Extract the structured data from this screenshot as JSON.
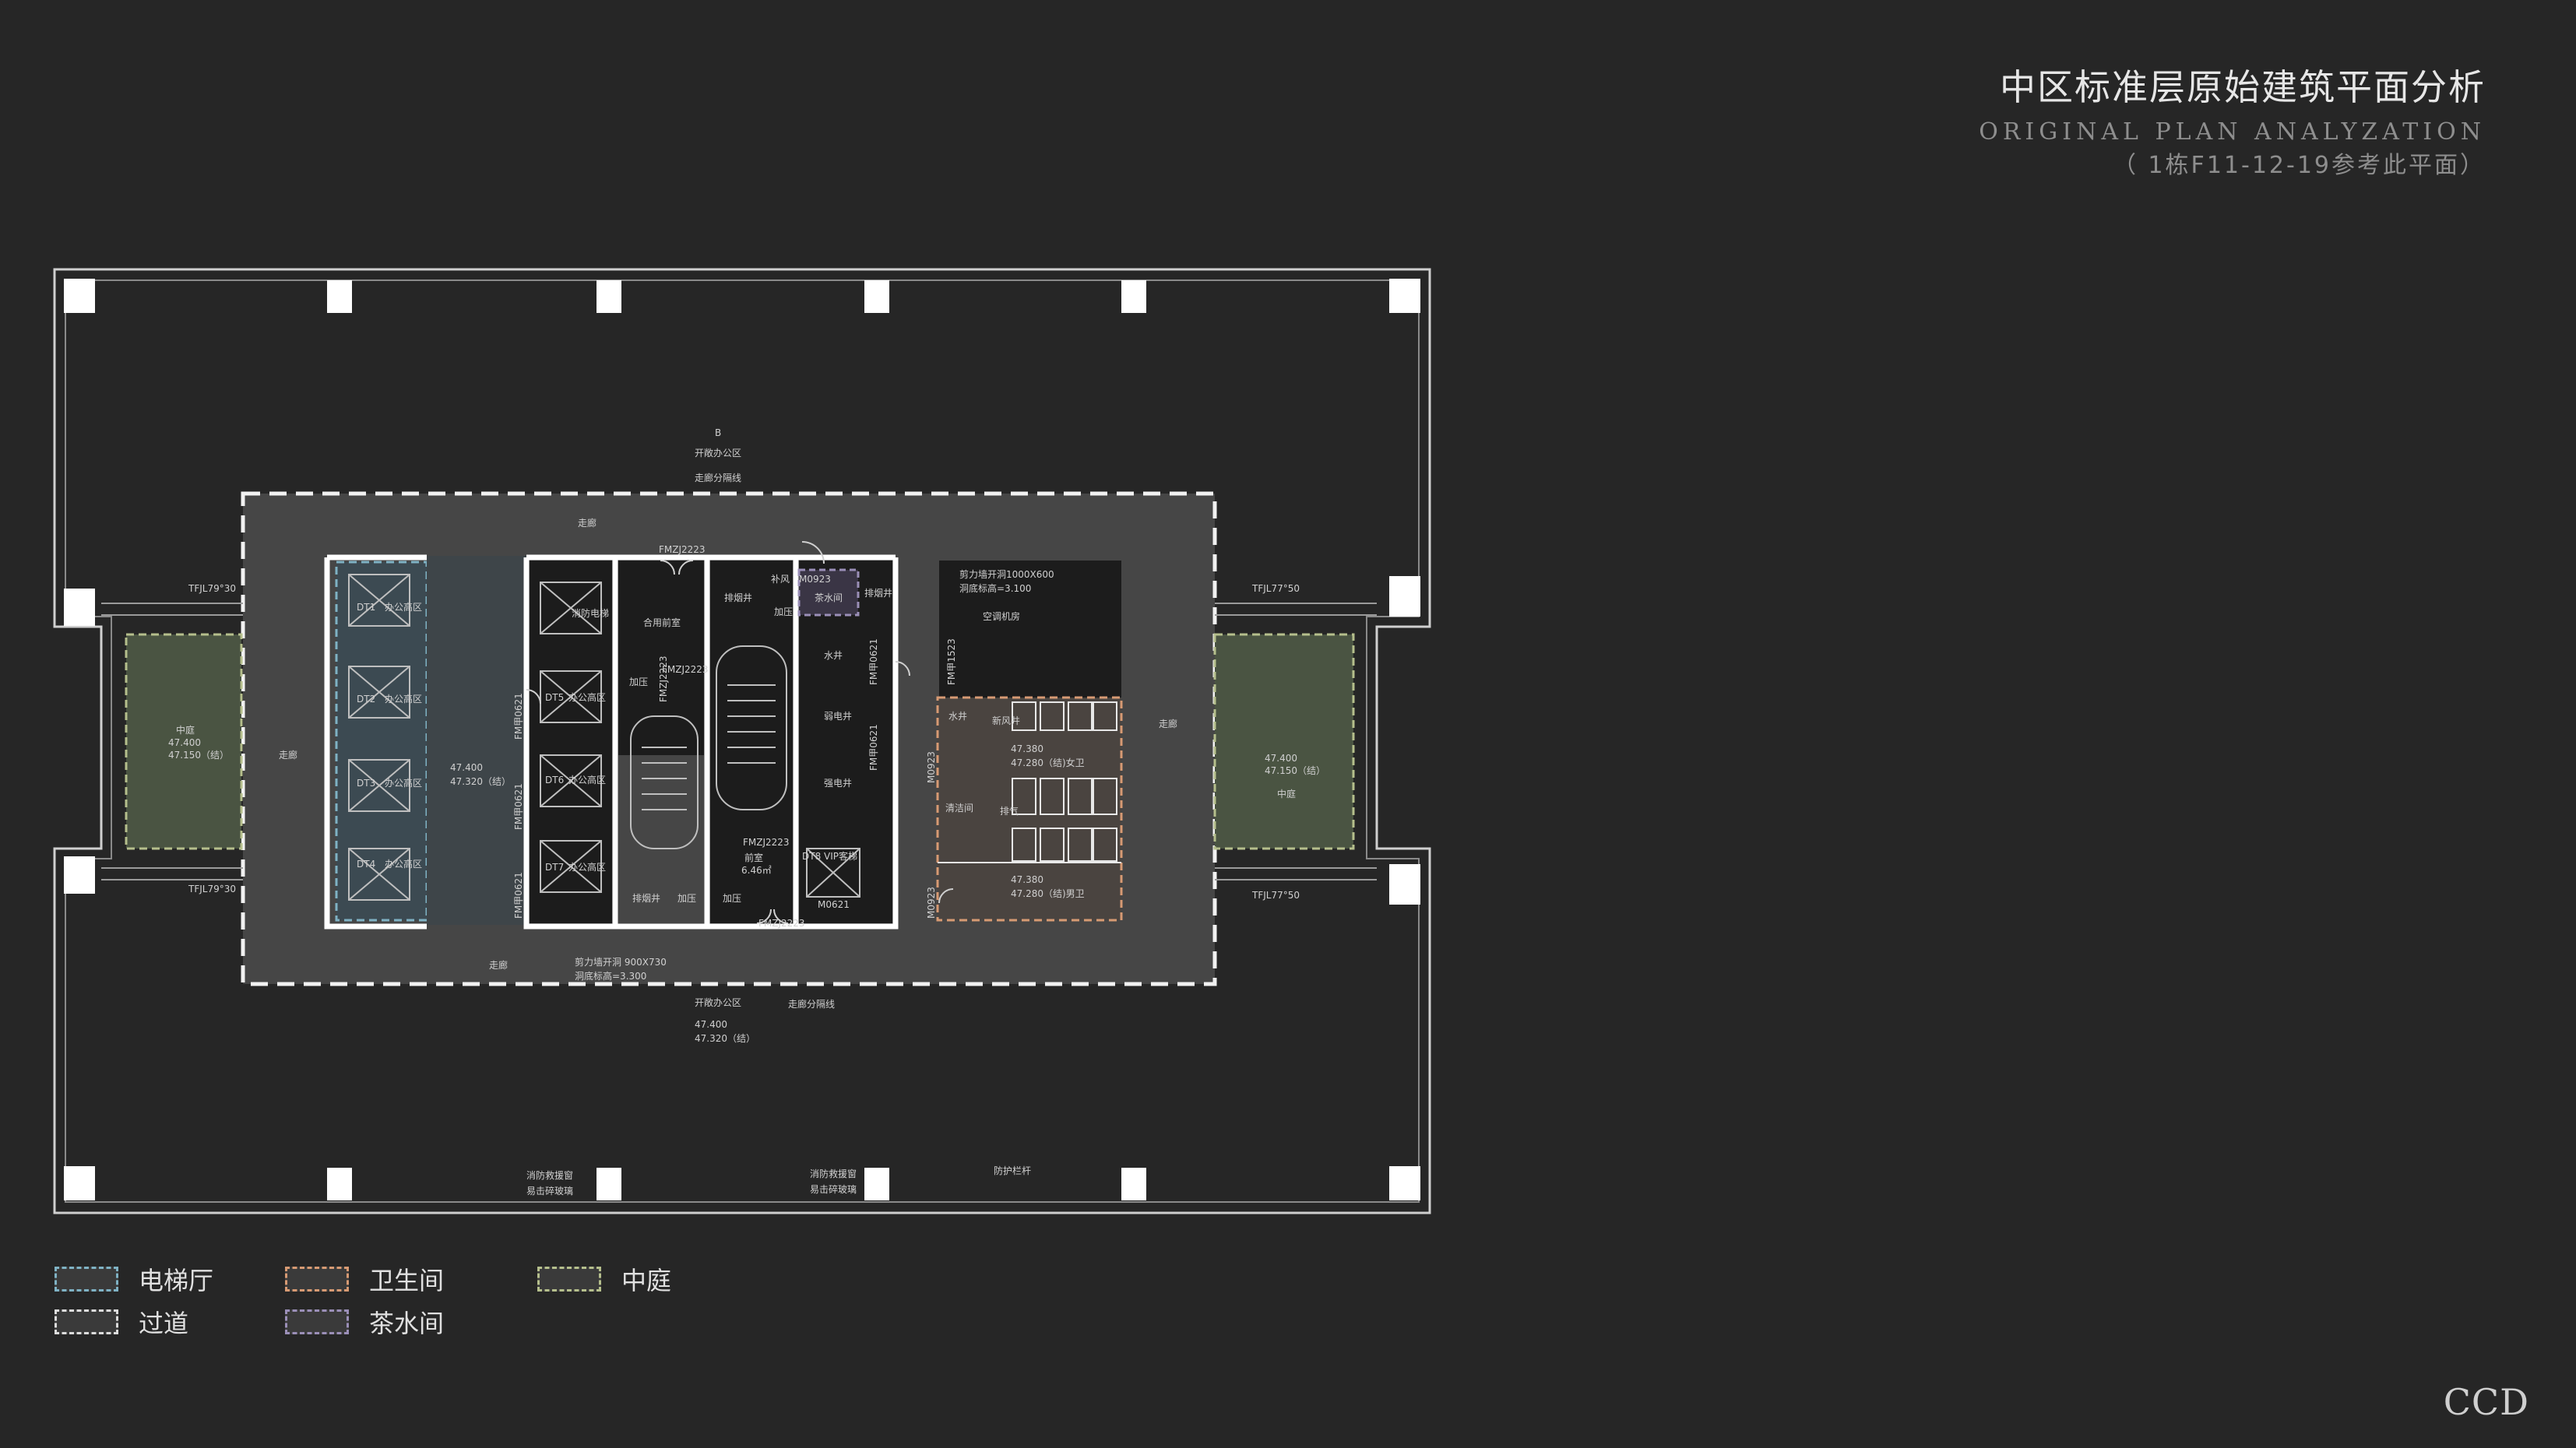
{
  "title": {
    "main": "中区标准层原始建筑平面分析",
    "sub": "ORIGINAL PLAN ANALYZATION",
    "note": "（ 1栋F11-12-19参考此平面）"
  },
  "plan_labels": {
    "corridor": "走廊",
    "open_office": "开敞办公区",
    "corridor_divider": "走廊分隔线",
    "atrium": "中庭",
    "elev_47400": "47.400",
    "elev_47150": "47.150（结）",
    "elev_47320": "47.320（结）",
    "elev_47280_f": "47.280（结)女卫",
    "elev_47280_m": "47.280（结)男卫",
    "elev_47380": "47.380",
    "tfjl_79_30": "TFJL79°30",
    "tfjl_77_50": "TFJL77°50",
    "office_high": "办公高区",
    "dt1": "DT1",
    "dt2": "DT2",
    "dt3": "DT3",
    "dt4": "DT4",
    "dt5": "DT5",
    "dt6": "DT6",
    "dt7": "DT7",
    "dt8": "DT8",
    "fire_elevator": "消防电梯",
    "shared_front_room": "合用前室",
    "smoke_shaft": "加压",
    "exhaust_shaft": "排烟井",
    "tea_room": "茶水间",
    "fresh_air": "补风",
    "water_shaft": "水井",
    "strong_elec": "强电井",
    "weak_elec": "弱电井",
    "ahu_room": "空调机房",
    "fresh_air_shaft": "新风井",
    "janitor": "清洁间",
    "exhaust": "排气",
    "door_m0923": "M0923",
    "door_fmzj2223": "FMZJ2223",
    "door_fm0621": "FM甲0621",
    "door_fm1523": "FM甲1523",
    "door_m0621": "M0621",
    "front_room": "前室",
    "front_room_area": "6.46㎡",
    "shear_wall_note": "剪力墙开洞1000X600",
    "shear_wall_note2": "剪力墙开洞 900X730",
    "beam_note": "洞底标高=3.100",
    "beam_note2": "洞底标高=3.300",
    "firefighter_window": "消防救援窗",
    "firefighter_window2": "易击碎玻璃",
    "guardrail": "防护栏杆",
    "vip_elevator": "DT8 VIP客梯",
    "label_b": "B"
  },
  "legend": [
    {
      "label": "电梯厅",
      "color": "#7fb2c4"
    },
    {
      "label": "过道",
      "color": "#dcdcdc"
    },
    {
      "label": "卫生间",
      "color": "#d79a73"
    },
    {
      "label": "茶水间",
      "color": "#9b8fb8"
    },
    {
      "label": "中庭",
      "color": "#b5bf8c"
    }
  ],
  "brand": "CCD"
}
